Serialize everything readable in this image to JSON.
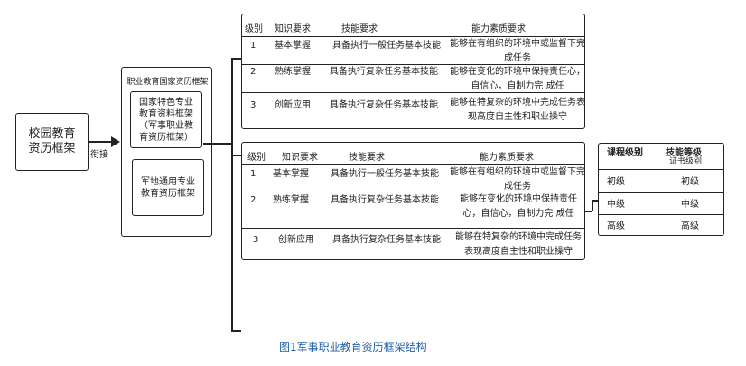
{
  "campus": {
    "title": "校园教育资历框架"
  },
  "connector_label": "衔接",
  "national": {
    "title": "职业教育国家资历框架",
    "special": "国家特色专业教育资料框架（军事职业教育资历框架）",
    "general": "军地通用专业教育资历框架"
  },
  "table_headers": {
    "level": "级别",
    "knowledge": "知识要求",
    "skill": "技能要求",
    "ability": "能力素质要求"
  },
  "table_top": {
    "rows": [
      {
        "level": "1",
        "knowledge": "基本掌握",
        "skill": "具备执行一般任务基本技能",
        "ability": "能够在有组织的环境中或监督下完成任务"
      },
      {
        "level": "2",
        "knowledge": "熟练掌握",
        "skill": "具备执行复杂任务基本技能",
        "ability": "能够在变化的环境中保持责任心，自信心，自制力完 成任"
      },
      {
        "level": "3",
        "knowledge": "创新应用",
        "skill": "具备执行复杂任务基本技能",
        "ability": "能够在特复杂的环境中完成任务表现高度自主性和职业操守"
      }
    ]
  },
  "table_bottom": {
    "rows": [
      {
        "level": "1",
        "knowledge": "基本掌握",
        "skill": "具备执行一般任务基本技能",
        "ability": "能够在有组织的环境中或监督下完成任务"
      },
      {
        "level": "2",
        "knowledge": "熟练掌握",
        "skill": "具备执行复杂任务基本技能",
        "ability": "能够在变化的环境中保持责任心，自信心，自制力完 成任"
      },
      {
        "level": "3",
        "knowledge": "创新应用",
        "skill": "具备执行复杂任务基本技能",
        "ability": "能够在特复杂的环境中完成任务表现高度自主性和职业操守"
      }
    ]
  },
  "cert_table": {
    "header_course": "课程级别",
    "header_skill": "技能等级",
    "header_skill_sub": "证书级别",
    "rows": [
      {
        "course": "初级",
        "cert": "初级"
      },
      {
        "course": "中级",
        "cert": "中级"
      },
      {
        "course": "高级",
        "cert": "高级"
      }
    ]
  },
  "caption": "图1军事职业教育资历框架结构"
}
